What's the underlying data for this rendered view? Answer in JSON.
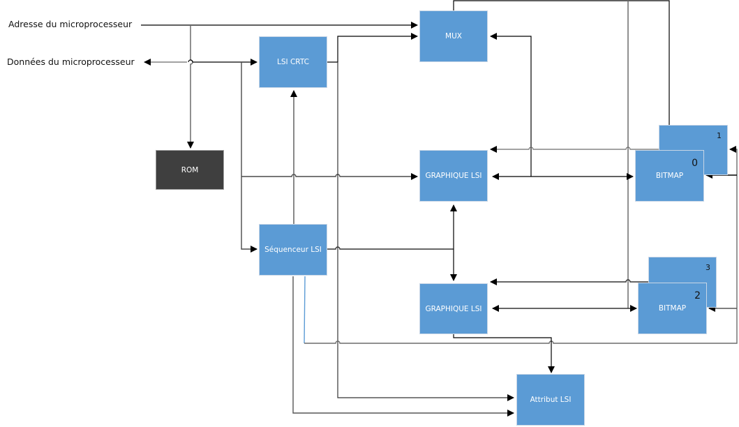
{
  "inputs": {
    "address": "Adresse du microprocesseur",
    "data": "Données du microprocesseur"
  },
  "blocks": {
    "mux": "MUX",
    "crtc": "LSI CRTC",
    "rom": "ROM",
    "graphique_top": "GRAPHIQUE LSI",
    "graphique_bottom": "GRAPHIQUE LSI",
    "sequenceur": "Séquenceur  LSI",
    "attribut": "Attribut LSI",
    "bitmap0": {
      "label": "BITMAP",
      "index": "0"
    },
    "bitmap1": {
      "label": "",
      "index": "1"
    },
    "bitmap2": {
      "label": "BITMAP",
      "index": "2"
    },
    "bitmap3": {
      "label": "",
      "index": "3"
    }
  },
  "colors": {
    "block_fill": "#5b9bd5",
    "rom_fill": "#3f3f3f",
    "line_black": "#000000",
    "line_grey": "#6b6b6b",
    "line_blue": "#5b9bd5"
  }
}
